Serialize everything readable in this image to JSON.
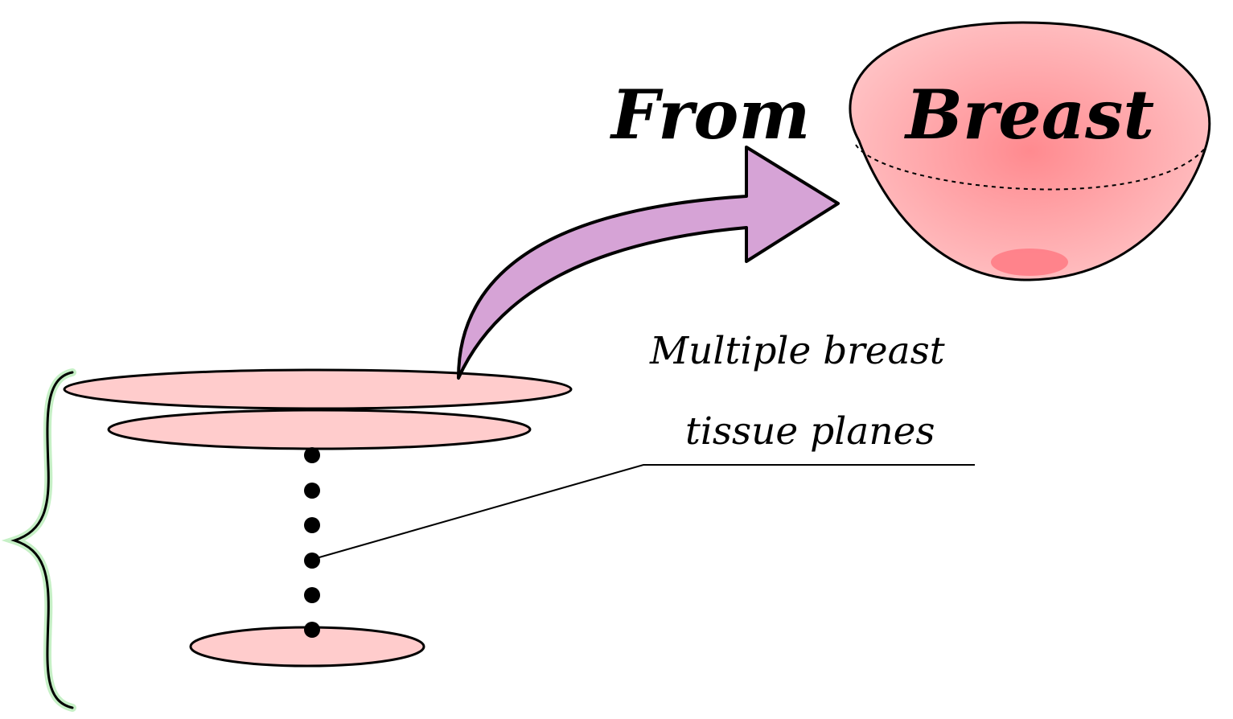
{
  "labels": {
    "from": "From",
    "breast": "Breast",
    "planes_line1": "Multiple breast",
    "planes_line2": "tissue planes"
  },
  "colors": {
    "plane_fill": "#ffcccc",
    "breast_fill": "#ff8a8f",
    "breast_fill_edge": "#ffc6c8",
    "nipple_fill": "#ff7d86",
    "arrow_fill": "#d6a3d6",
    "brace_outer": "#c6f0c6",
    "stroke": "#000000"
  }
}
